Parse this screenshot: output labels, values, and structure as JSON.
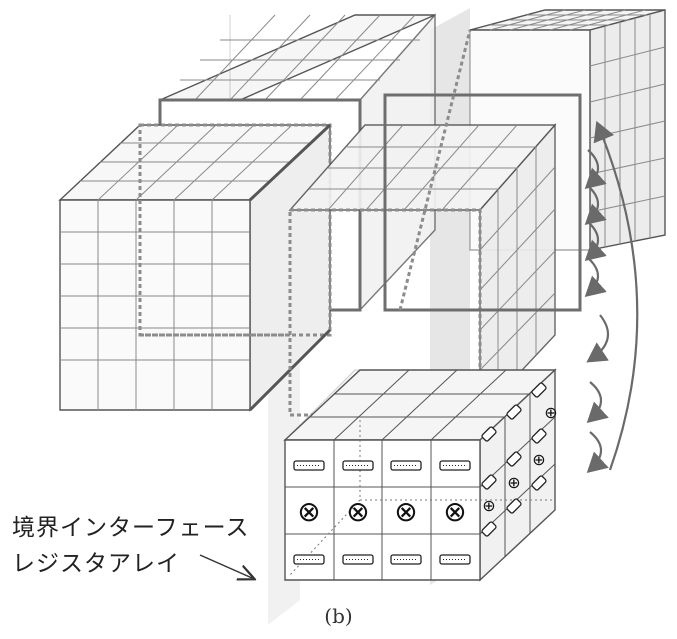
{
  "figure": {
    "label_line1": "境界インターフェース",
    "label_line2": "レジスタアレイ",
    "caption": "(b)"
  },
  "colors": {
    "cube_edge": "#555555",
    "grid_line": "#8a8a8a",
    "plane_fill": "#d9d9d9",
    "dotted_frame": "#8c8c8c",
    "solid_frame": "#6e6e6e",
    "arrow": "#6a6a6a"
  },
  "icons": {
    "cross_circle": "⊗",
    "plus_circle": "⊕"
  }
}
